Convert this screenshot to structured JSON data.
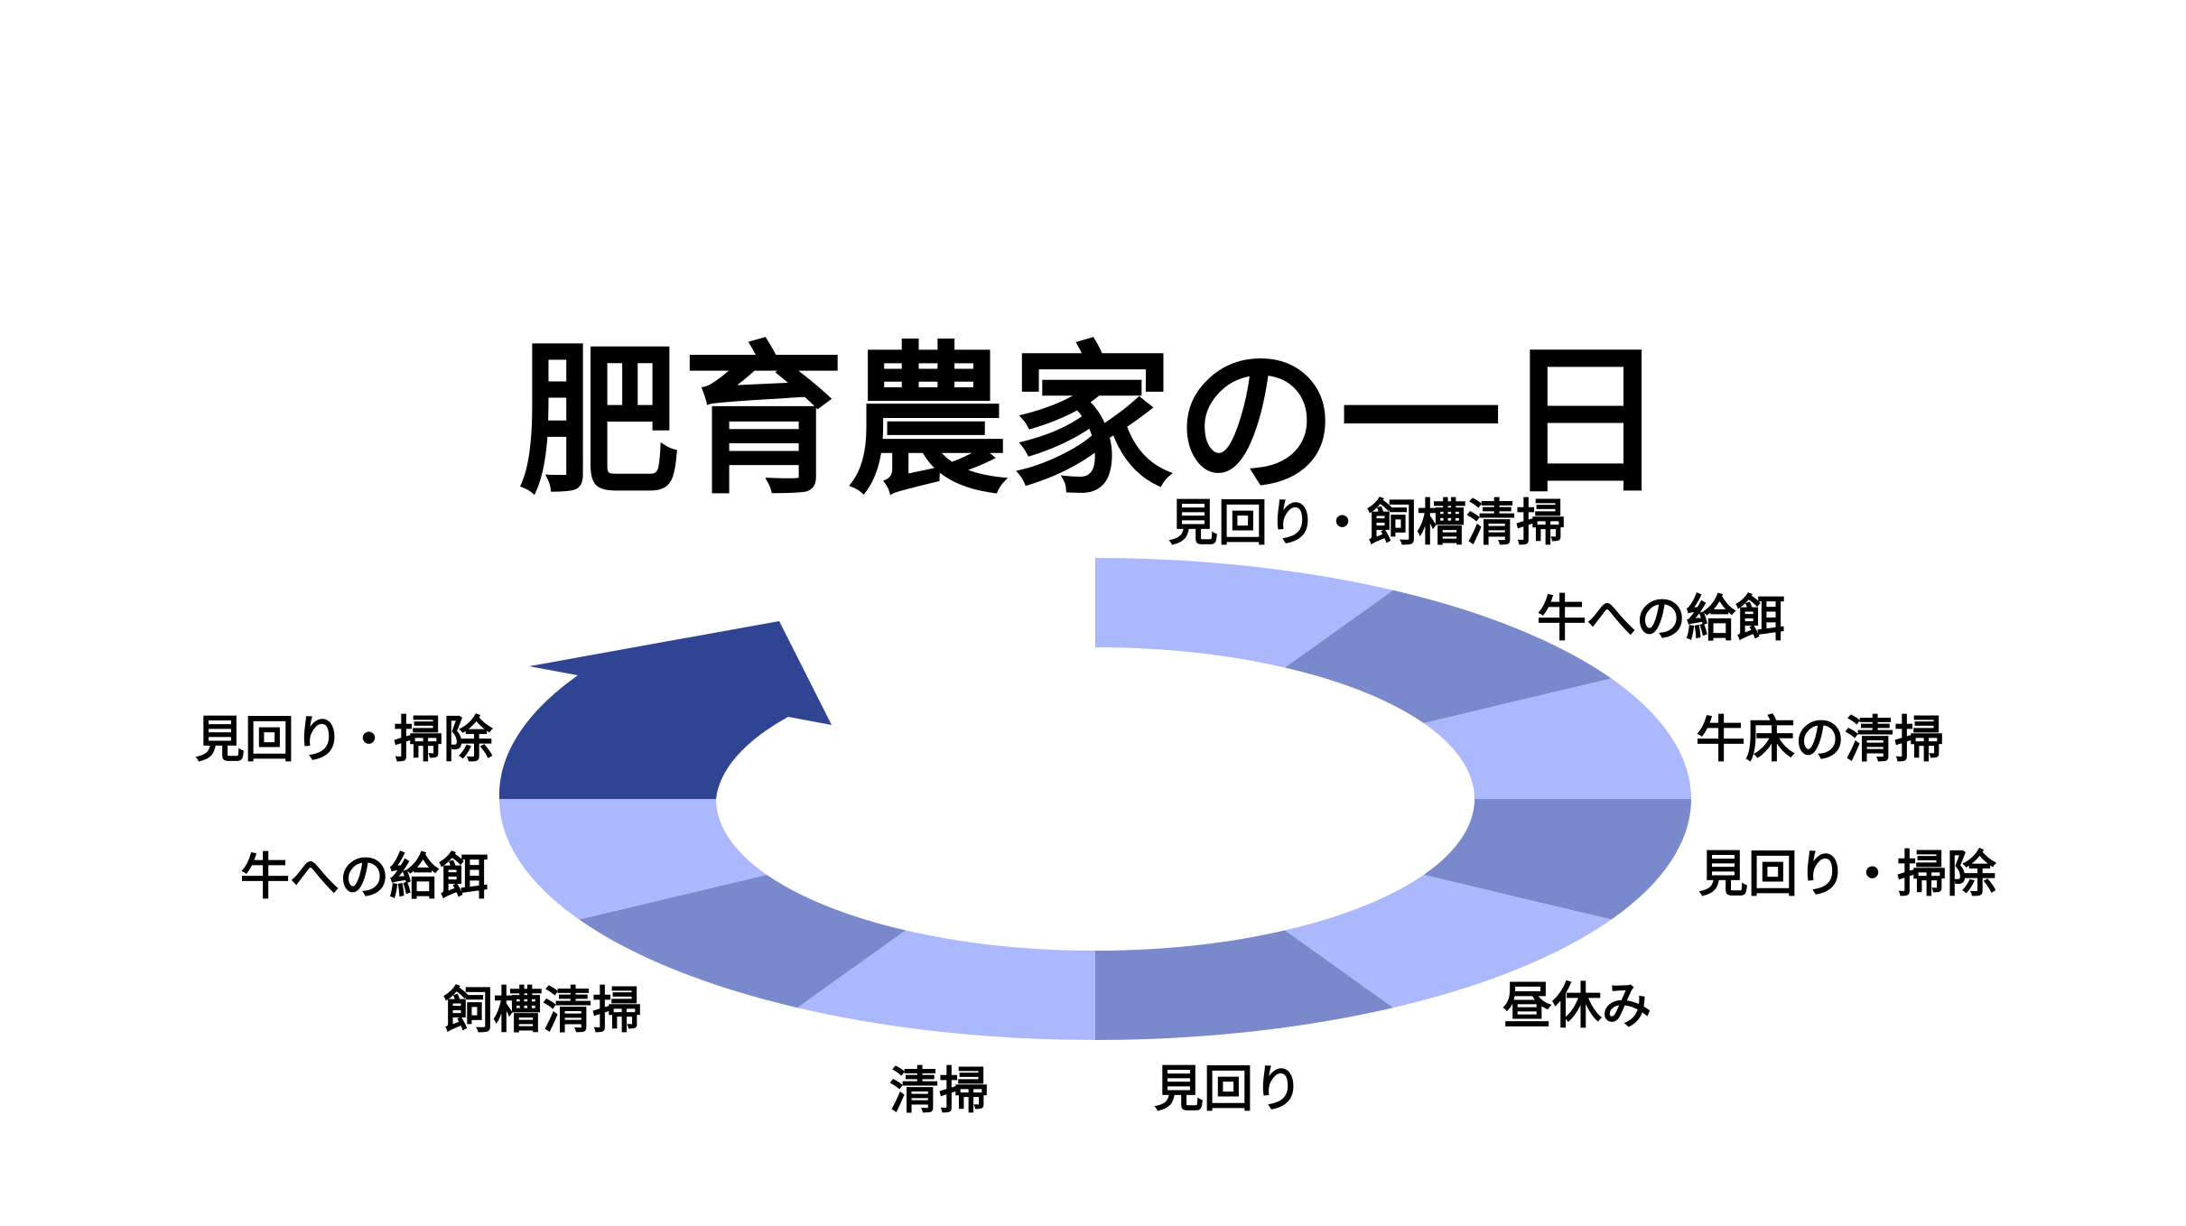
{
  "page": {
    "title": "肥育農家の一日",
    "background_color": "#ffffff",
    "title_color": "#000000"
  },
  "diagram": {
    "type": "cycle-ring",
    "direction": "clockwise",
    "start_position": "top",
    "segment_angle_degrees": 30,
    "colors": {
      "light": "#acb8fc",
      "medium": "#7a89cc",
      "dark_arrow": "#2f4593",
      "label_text": "#000000"
    },
    "segments": [
      {
        "label": "見回り・飼槽清掃",
        "tone": "light"
      },
      {
        "label": "牛への給餌",
        "tone": "medium"
      },
      {
        "label": "牛床の清掃",
        "tone": "light"
      },
      {
        "label": "見回り・掃除",
        "tone": "medium"
      },
      {
        "label": "昼休み",
        "tone": "light"
      },
      {
        "label": "見回り",
        "tone": "medium"
      },
      {
        "label": "清掃",
        "tone": "light"
      },
      {
        "label": "飼槽清掃",
        "tone": "medium"
      },
      {
        "label": "牛への給餌",
        "tone": "light"
      },
      {
        "label": "見回り・掃除",
        "tone": "dark",
        "arrow": true
      }
    ]
  }
}
